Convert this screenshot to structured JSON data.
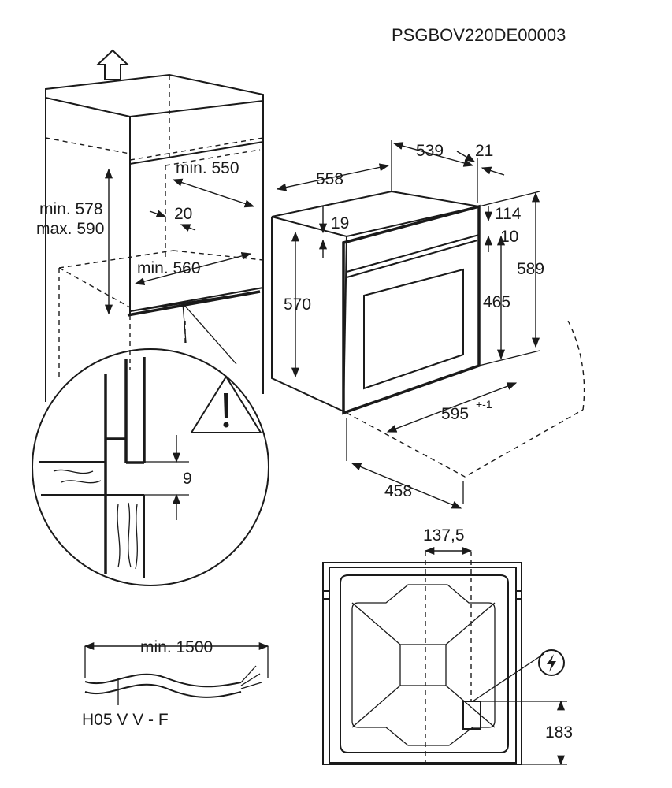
{
  "model_code": "PSGBOV220DE00003",
  "cabinet": {
    "height_min": "min. 578",
    "height_max": "max. 590",
    "depth_min": "min. 550",
    "width_min": "min. 560",
    "rear_gap": "20"
  },
  "detail": {
    "gap": "9"
  },
  "oven": {
    "depth_total": "558",
    "depth_body": "539",
    "front_thickness": "21",
    "top_offset": "19",
    "body_height": "570",
    "panel_offset_top": "114",
    "panel_offset_small": "10",
    "door_height": "465",
    "total_height": "589",
    "width": "595",
    "width_tolerance": "+-1",
    "door_open_depth": "458"
  },
  "back_panel": {
    "connector_offset_x": "137,5",
    "connector_height": "183"
  },
  "cable": {
    "length": "min. 1500",
    "type": "H05 V V - F"
  },
  "icons": [
    "up-arrow-icon",
    "warning-triangle-icon",
    "electrical-plug-icon"
  ]
}
